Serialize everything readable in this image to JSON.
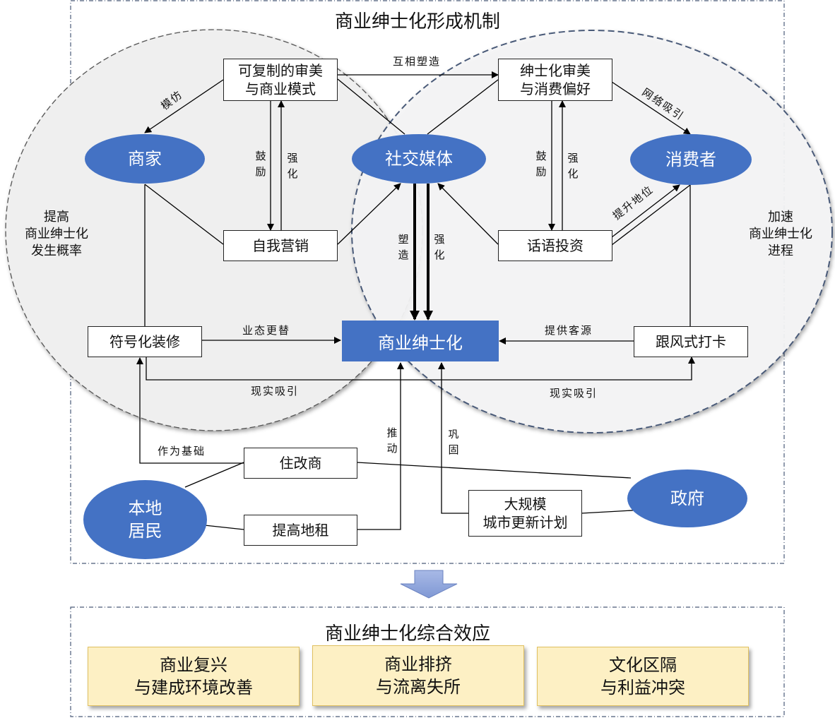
{
  "mechanism": {
    "title": "商业绅士化形成机制",
    "left_region_label": "提高\n商业绅士化\n发生概率",
    "right_region_label": "加速\n商业绅士化\n进程",
    "actors": {
      "merchants": "商家",
      "social_media": "社交媒体",
      "consumers": "消费者",
      "local_residents": "本地\n居民",
      "government": "政府"
    },
    "core": "商业绅士化",
    "nodes": {
      "replicable_aesthetics": "可复制的审美\n与商业模式",
      "gentrified_aesthetics": "绅士化审美\n与消费偏好",
      "self_marketing": "自我营销",
      "discourse_investment": "话语投资",
      "symbolic_decoration": "符号化装修",
      "trend_checkin": "跟风式打卡",
      "residential_to_commercial": "住改商",
      "raise_rent": "提高地租",
      "urban_renewal": "大规模\n城市更新计划"
    },
    "edge_labels": {
      "mutual_shaping": "互相塑造",
      "imitate": "模仿",
      "network_attraction": "网络吸引",
      "encourage_left": "鼓励",
      "reinforce_left": "强化",
      "encourage_right": "鼓励",
      "reinforce_right": "强化",
      "shape": "塑造",
      "reinforce_center": "强化",
      "raise_status": "提升地位",
      "format_replacement": "业态更替",
      "provide_customers": "提供客源",
      "reality_attraction_left": "现实吸引",
      "reality_attraction_right": "现实吸引",
      "as_foundation": "作为基础",
      "promote": "推动",
      "consolidate": "巩固"
    }
  },
  "effects": {
    "title": "商业绅士化综合效应",
    "items": [
      "商业复兴\n与建成环境改善",
      "商业排挤\n与流离失所",
      "文化区隔\n与利益冲突"
    ]
  },
  "colors": {
    "actor_fill": "#4472c4",
    "effect_fill": "#fdf0c4",
    "effect_border": "#e0c060",
    "arrow_fill": "#8ea6dc"
  }
}
